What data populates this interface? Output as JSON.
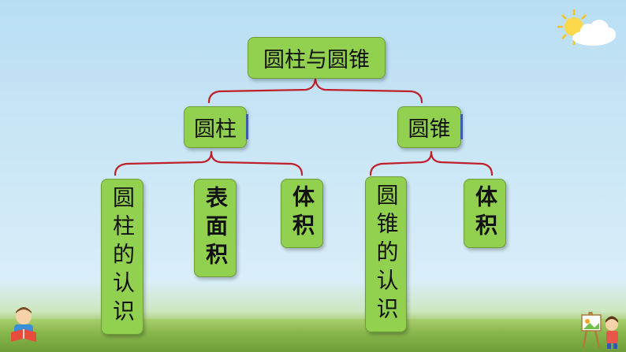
{
  "root": {
    "label": "圆柱与圆锥"
  },
  "left": {
    "label": "圆柱",
    "children": [
      {
        "label": "圆柱的认识"
      },
      {
        "label": "表面积"
      },
      {
        "label": "体积"
      }
    ]
  },
  "right": {
    "label": "圆锥",
    "children": [
      {
        "label": "圆锥的认识"
      },
      {
        "label": "体积"
      }
    ]
  },
  "colors": {
    "node_fill": "#92d050",
    "node_border": "#6e9c37",
    "connector": "#c0202a",
    "sky": "#cfe9f7",
    "grass": "#86b54a"
  },
  "decorations": [
    "sun-cloud-icon",
    "child-reading-icon",
    "child-painting-icon"
  ]
}
